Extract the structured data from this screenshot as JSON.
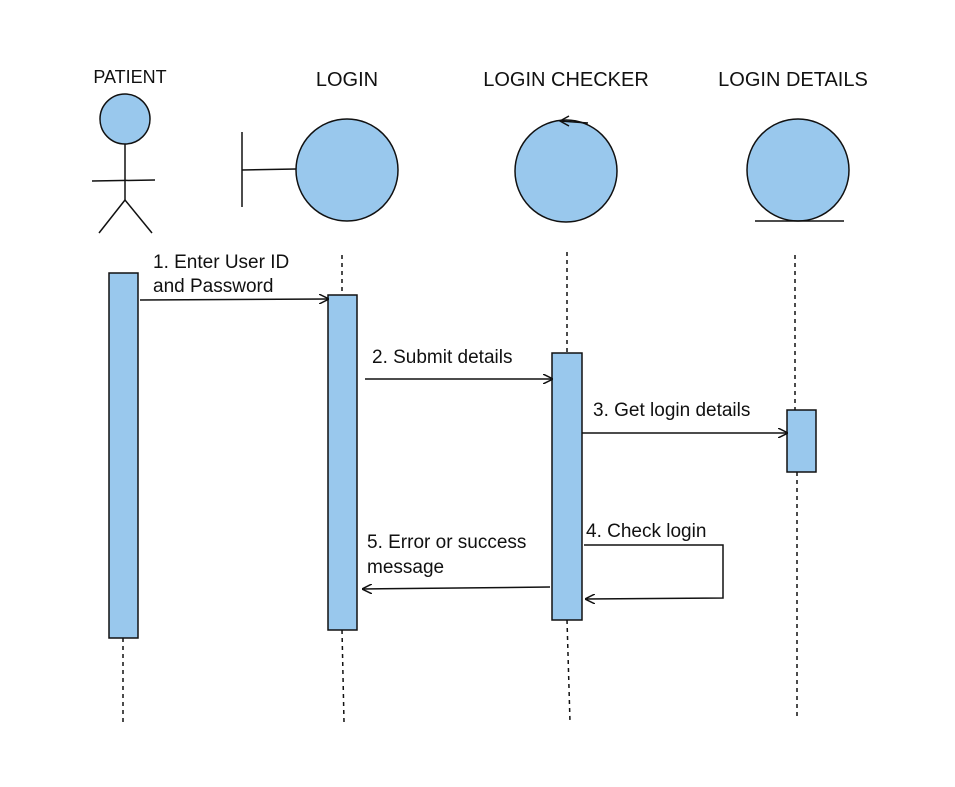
{
  "colors": {
    "fill": "#99c8ed",
    "stroke": "#111111",
    "background": "#ffffff"
  },
  "participants": [
    {
      "id": "patient",
      "label": "PATIENT",
      "kind": "actor"
    },
    {
      "id": "login",
      "label": "LOGIN",
      "kind": "boundary"
    },
    {
      "id": "checker",
      "label": "LOGIN CHECKER",
      "kind": "control"
    },
    {
      "id": "details",
      "label": "LOGIN DETAILS",
      "kind": "entity"
    }
  ],
  "messages": [
    {
      "number": 1,
      "from": "patient",
      "to": "login",
      "lines": [
        "1. Enter User ID",
        "and Password"
      ]
    },
    {
      "number": 2,
      "from": "login",
      "to": "checker",
      "lines": [
        "2. Submit details"
      ]
    },
    {
      "number": 3,
      "from": "checker",
      "to": "details",
      "lines": [
        "3. Get login details"
      ]
    },
    {
      "number": 4,
      "from": "checker",
      "to": "checker",
      "lines": [
        "4. Check login"
      ]
    },
    {
      "number": 5,
      "from": "checker",
      "to": "login",
      "lines": [
        "5. Error or success",
        "message"
      ]
    }
  ]
}
